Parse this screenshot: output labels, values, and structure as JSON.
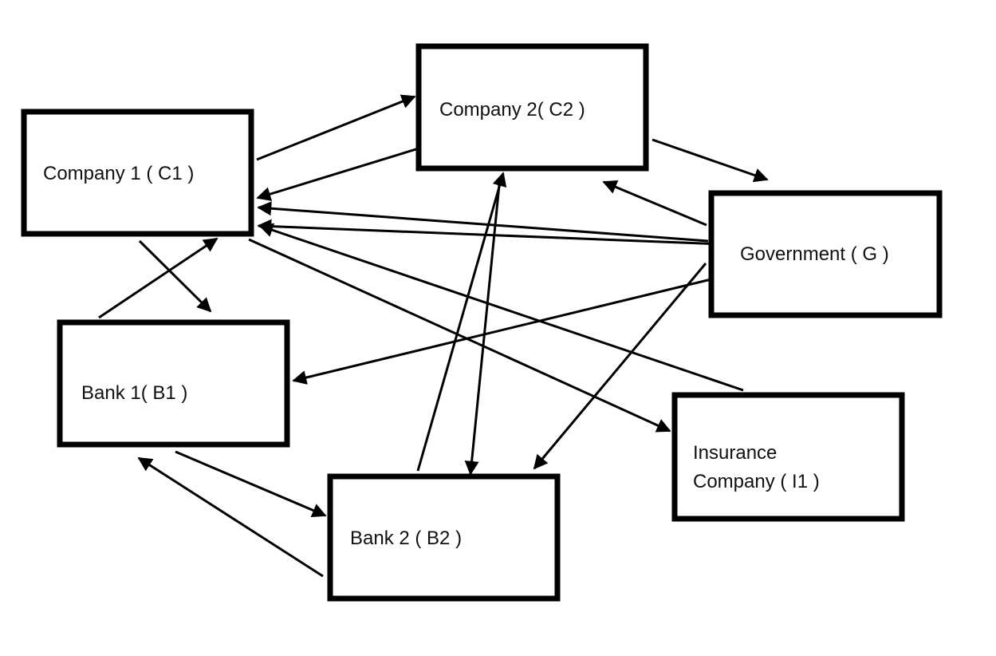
{
  "diagram": {
    "colors": {
      "stroke": "#000000",
      "text": "#111111",
      "background": "#ffffff"
    },
    "nodes": {
      "c1": {
        "label": "Company 1 ( C1 )"
      },
      "c2": {
        "label": "Company 2( C2 )"
      },
      "g": {
        "label": "Government ( G )"
      },
      "b1": {
        "label": "Bank 1( B1 )"
      },
      "b2": {
        "label": "Bank 2 ( B2 )"
      },
      "i1": {
        "line1": "Insurance",
        "line2": "Company ( I1 )"
      }
    },
    "edges": [
      {
        "from": "c1",
        "to": "c2"
      },
      {
        "from": "c2",
        "to": "c1"
      },
      {
        "from": "c2",
        "to": "g"
      },
      {
        "from": "g",
        "to": "c2"
      },
      {
        "from": "g",
        "to": "c1"
      },
      {
        "from": "g",
        "to": "c1"
      },
      {
        "from": "i1",
        "to": "c1"
      },
      {
        "from": "c1",
        "to": "i1"
      },
      {
        "from": "c1",
        "to": "b1"
      },
      {
        "from": "b1",
        "to": "c1"
      },
      {
        "from": "g",
        "to": "b1"
      },
      {
        "from": "g",
        "to": "b2"
      },
      {
        "from": "b2",
        "to": "c2"
      },
      {
        "from": "c2",
        "to": "b2"
      },
      {
        "from": "b1",
        "to": "b2"
      },
      {
        "from": "b2",
        "to": "b1"
      }
    ]
  }
}
